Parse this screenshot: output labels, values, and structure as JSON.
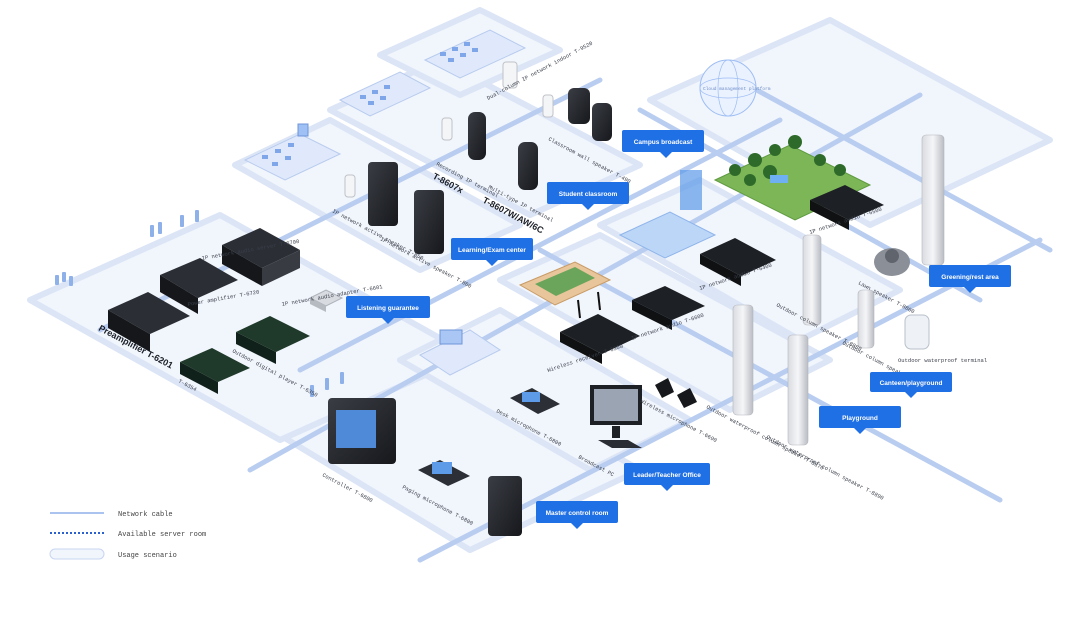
{
  "scenes": {
    "campus_broadcast": "Campus broadcast",
    "student_classroom": "Student classroom",
    "learning_center": "Learning/Exam center",
    "listening_guarantee": "Listening guarantee",
    "master_control_room": "Master control room",
    "leader_teacher_office": "Leader/Teacher Office",
    "playground": "Playground",
    "canteen_playground": "Canteen/playground",
    "greening_rest_area": "Greening/rest area"
  },
  "devices": {
    "dual_column_speaker": "Dual-column IP network indoor T-9520",
    "pole_speaker": "Classroom wall speaker T-490",
    "terminal_t8607": "T-8607x",
    "terminal_t8607_sub": "Recording IP terminal",
    "multi_terminal": "T-8607W/AW/6C",
    "multi_terminal_sub": "Multi-type IP terminal",
    "speaker_active_1": "IP network active speaker T-850",
    "speaker_active_2": "IP network active speaker T-860",
    "rack_server": "IP network audio server T-6700",
    "preamplifier": "Preamplifier T-6201",
    "power_amplifier": "Power amplifier T-6720",
    "audio_router": "IP network audio adapter T-6601",
    "digital_player": "Outdoor digital player T-6350",
    "player_t6354": "T-6354",
    "monitor": "Controller T-6800",
    "paging_mic": "Paging microphone T-6800",
    "pa_pc": "Broadcast PC",
    "wireless_rack": "Wireless receiver T-6300",
    "wireless_mics": "Wireless microphone T-6690",
    "desk_mic": "Desk microphone T-6800",
    "outdoor_pillar_1": "Outdoor waterproof column speaker T-8870",
    "outdoor_pillar_2": "Outdoor waterproof column speaker T-8890",
    "outdoor_pillar_3": "Outdoor column speaker T-8880",
    "outdoor_pillar_4": "Outdoor column speaker T-8850",
    "rock_speaker": "Lawn speaker T-8800",
    "rack_canteen": "IP network audio T-6400",
    "rack_green": "IP network audio T-6500",
    "rack_play": "IP network audio T-6600",
    "wall_terminal": "Outdoor waterproof terminal",
    "cloud_label": "Cloud management platform"
  },
  "legend": {
    "network_cable": "Network cable",
    "server_room": "Available server room",
    "usage_scenario": "Usage scenario"
  },
  "colors": {
    "accent": "#1f6fe5",
    "platform": "#eef3fb",
    "platform_edge": "#d5e1f5",
    "cable": "#b9cdf0",
    "device": "#2a2d33"
  }
}
